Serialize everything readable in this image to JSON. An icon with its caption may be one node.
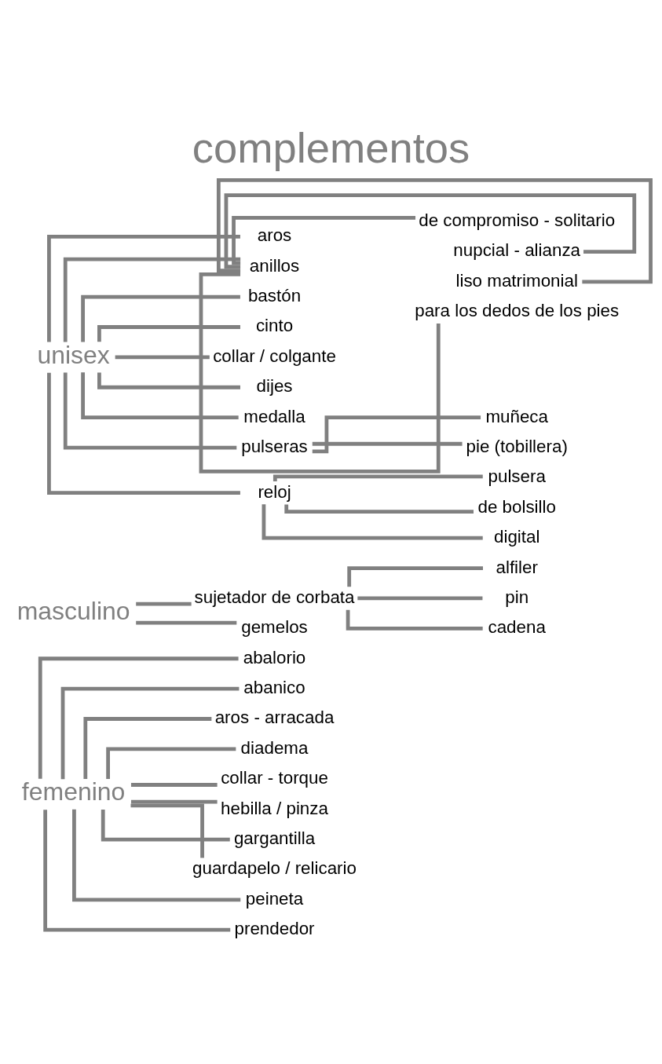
{
  "diagram": {
    "title": "complementos",
    "nodes": [
      {
        "text": [
          "femenino"
        ]
      },
      {
        "text": [
          "abalorio"
        ]
      },
      {
        "text": [
          "abanico"
        ]
      },
      {
        "text": [
          "aros - arracada"
        ]
      },
      {
        "text": [
          "diadema"
        ]
      },
      {
        "text": [
          "collar - torque"
        ]
      },
      {
        "text": [
          "hebilla / pinza"
        ]
      },
      {
        "text": [
          "gargantilla"
        ]
      },
      {
        "text": [
          "guardapelo / relicario"
        ]
      },
      {
        "text": [
          "peineta"
        ]
      },
      {
        "text": [
          "prendedor"
        ]
      },
      {
        "text": [
          "masculino"
        ]
      },
      {
        "text": [
          "sujetador de corbata"
        ]
      },
      {
        "text": [
          "alfiler"
        ]
      },
      {
        "text": [
          "pin"
        ]
      },
      {
        "text": [
          "cadena"
        ]
      },
      {
        "text": [
          "gemelos"
        ]
      },
      {
        "text": [
          "unisex"
        ]
      },
      {
        "text": [
          "aros"
        ]
      },
      {
        "text": [
          "anillos"
        ]
      },
      {
        "text": [
          "de compromiso - solitario"
        ]
      },
      {
        "text": [
          "nupcial - alianza"
        ]
      },
      {
        "text": [
          "liso matrimonial"
        ]
      },
      {
        "text": [
          "para los dedos de los pies"
        ]
      },
      {
        "text": [
          "bastón"
        ]
      },
      {
        "text": [
          "cinto"
        ]
      },
      {
        "text": [
          "collar / colgante"
        ]
      },
      {
        "text": [
          "dijes"
        ]
      },
      {
        "text": [
          "medalla"
        ]
      },
      {
        "text": [
          "pulseras"
        ]
      },
      {
        "text": [
          "muñeca"
        ]
      },
      {
        "text": [
          "pie (tobillera)"
        ]
      },
      {
        "text": [
          "reloj"
        ]
      },
      {
        "text": [
          "pulsera"
        ]
      },
      {
        "text": [
          "de bolsillo"
        ]
      },
      {
        "text": [
          "digital"
        ]
      }
    ],
    "edges": [
      {
        "from": 0,
        "to": 1,
        "arrow": "none"
      },
      {
        "from": 0,
        "to": 2,
        "arrow": "none"
      },
      {
        "from": 0,
        "to": 3,
        "arrow": "none"
      },
      {
        "from": 0,
        "to": 4,
        "arrow": "none"
      },
      {
        "from": 0,
        "to": 5,
        "arrow": "none"
      },
      {
        "from": 0,
        "to": 6,
        "arrow": "none"
      },
      {
        "from": 0,
        "to": 7,
        "arrow": "none"
      },
      {
        "from": 0,
        "to": 8,
        "arrow": "none"
      },
      {
        "from": 0,
        "to": 9,
        "arrow": "none"
      },
      {
        "from": 0,
        "to": 10,
        "arrow": "none"
      },
      {
        "from": 11,
        "to": 12,
        "arrow": "none"
      },
      {
        "from": 12,
        "to": 13,
        "arrow": "none"
      },
      {
        "from": 12,
        "to": 14,
        "arrow": "none"
      },
      {
        "from": 12,
        "to": 15,
        "arrow": "none"
      },
      {
        "from": 11,
        "to": 16,
        "arrow": "none"
      },
      {
        "from": 17,
        "to": 18,
        "arrow": "none"
      },
      {
        "from": 17,
        "to": 19,
        "arrow": "none"
      },
      {
        "from": 19,
        "to": 20,
        "arrow": "none"
      },
      {
        "from": 19,
        "to": 21,
        "arrow": "none"
      },
      {
        "from": 19,
        "to": 22,
        "arrow": "none"
      },
      {
        "from": 19,
        "to": 23,
        "arrow": "none"
      },
      {
        "from": 17,
        "to": 24,
        "arrow": "none"
      },
      {
        "from": 17,
        "to": 25,
        "arrow": "none"
      },
      {
        "from": 17,
        "to": 26,
        "arrow": "none"
      },
      {
        "from": 17,
        "to": 27,
        "arrow": "none"
      },
      {
        "from": 17,
        "to": 28,
        "arrow": "none"
      },
      {
        "from": 17,
        "to": 29,
        "arrow": "none"
      },
      {
        "from": 29,
        "to": 30,
        "arrow": "none"
      },
      {
        "from": 29,
        "to": 31,
        "arrow": "none"
      },
      {
        "from": 17,
        "to": 32,
        "arrow": "none"
      },
      {
        "from": 32,
        "to": 33,
        "arrow": "none"
      },
      {
        "from": 32,
        "to": 34,
        "arrow": "none"
      },
      {
        "from": 32,
        "to": 35,
        "arrow": "none"
      }
    ]
  }
}
